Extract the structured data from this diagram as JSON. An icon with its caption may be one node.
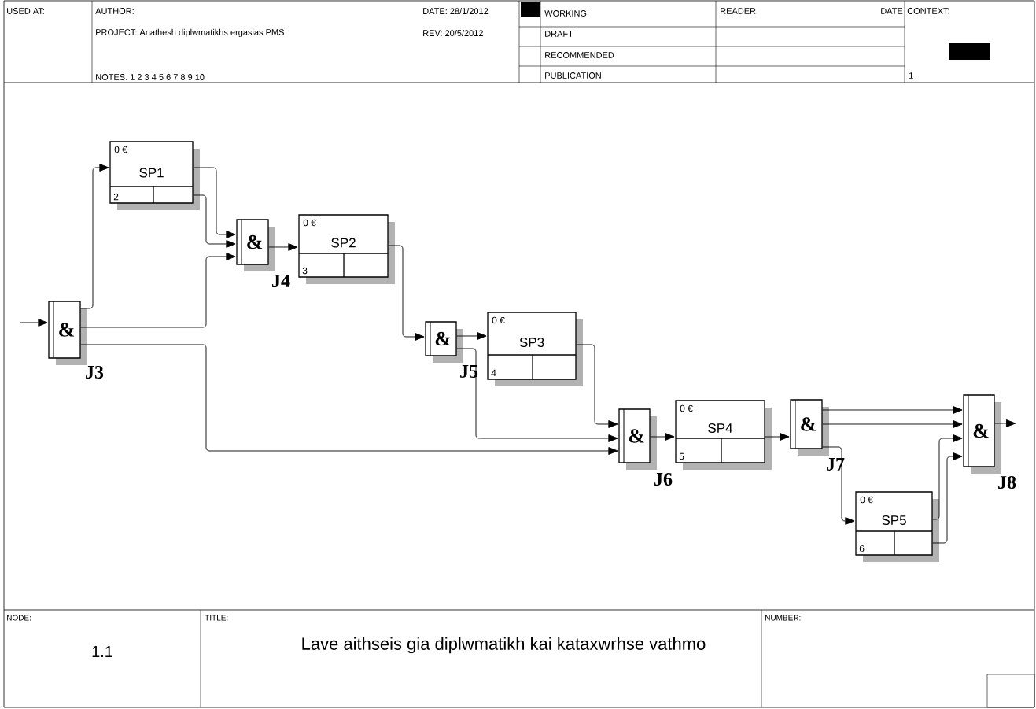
{
  "diagram": {
    "title": "Lave aithseis gia diplwmatikh kai kataxwrhse vathmo",
    "nodes": [
      {
        "text": [
          "&"
        ],
        "beside": [
          "J3"
        ]
      },
      {
        "text": [
          "0 €",
          "SP1",
          "2"
        ]
      },
      {
        "text": [
          "&"
        ],
        "beside": [
          "J4"
        ]
      },
      {
        "text": [
          "0 €",
          "SP2",
          "3"
        ]
      },
      {
        "text": [
          "&"
        ],
        "beside": [
          "J5"
        ]
      },
      {
        "text": [
          "0 €",
          "SP3",
          "4"
        ]
      },
      {
        "text": [
          "&"
        ],
        "beside": [
          "J6"
        ]
      },
      {
        "text": [
          "0 €",
          "SP4",
          "5"
        ]
      },
      {
        "text": [
          "&"
        ],
        "beside": [
          "J7"
        ]
      },
      {
        "text": [
          "0 €",
          "SP5",
          "6"
        ]
      },
      {
        "text": [
          "&"
        ],
        "beside": [
          "J8"
        ]
      }
    ],
    "edges": [
      {
        "from": null,
        "to": 0,
        "arrow": "to"
      },
      {
        "from": 0,
        "to": 1,
        "arrow": "to"
      },
      {
        "from": 1,
        "to": 2,
        "arrow": "to"
      },
      {
        "from": 1,
        "to": 2,
        "arrow": "to"
      },
      {
        "from": 0,
        "to": 2,
        "arrow": "to"
      },
      {
        "from": 0,
        "to": 6,
        "arrow": "to"
      },
      {
        "from": 2,
        "to": 3,
        "arrow": "to"
      },
      {
        "from": 3,
        "to": 4,
        "arrow": "to"
      },
      {
        "from": 4,
        "to": 5,
        "arrow": "to"
      },
      {
        "from": 4,
        "to": 6,
        "arrow": "to"
      },
      {
        "from": 5,
        "to": 6,
        "arrow": "to"
      },
      {
        "from": 6,
        "to": 7,
        "arrow": "to"
      },
      {
        "from": 7,
        "to": 8,
        "arrow": "to"
      },
      {
        "from": 8,
        "to": 10,
        "arrow": "to"
      },
      {
        "from": 8,
        "to": 10,
        "arrow": "to"
      },
      {
        "from": 8,
        "to": 9,
        "arrow": "to"
      },
      {
        "from": 9,
        "to": 10,
        "arrow": "to"
      },
      {
        "from": 9,
        "to": 10,
        "arrow": "to"
      },
      {
        "from": 10,
        "to": null,
        "arrow": "to"
      }
    ],
    "labels": [
      "USED AT:",
      "AUTHOR:",
      "DATE: 28/1/2012",
      "PROJECT: Anathesh diplwmatikhs ergasias PMS",
      "REV: 20/5/2012",
      "NOTES: 1 2 3 4 5 6 7 8 9 10",
      "WORKING",
      "DRAFT",
      "RECOMMENDED",
      "PUBLICATION",
      "READER",
      "DATE",
      "CONTEXT:",
      "1",
      "NODE:",
      "1.1",
      "TITLE:",
      "NUMBER:"
    ]
  }
}
